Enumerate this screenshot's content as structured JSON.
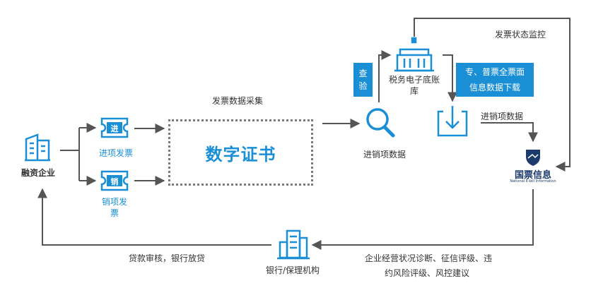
{
  "nodes": {
    "company": "融资企业",
    "input_invoice": "进项发票",
    "output_invoice_line1": "销项发",
    "output_invoice_line2": "票",
    "input_glyph": "进",
    "output_glyph": "销",
    "digital_cert": "数字证书",
    "tax_db_line1": "税务电子底账",
    "tax_db_line2": "库",
    "inspect_line1": "查",
    "inspect_line2": "验",
    "full_download_line1": "专、普票全票面",
    "full_download_line2": "信息数据下载",
    "guopiao_name": "国票信息",
    "guopiao_sub": "National E-bill Information",
    "bank": "银行/保理机构"
  },
  "edges": {
    "invoice_collect": "发票数据采集",
    "search_data": "进销项数据",
    "download_data": "进销项数据",
    "monitor": "发票状态监控",
    "report_line1": "企业经营状况诊断、征信评级、违",
    "report_line2": "约风险评级、风控建议",
    "loan": "贷款审核，银行放贷"
  },
  "colors": {
    "accent": "#1a8fd6",
    "line": "#555555",
    "dark": "#1c3a6b"
  }
}
